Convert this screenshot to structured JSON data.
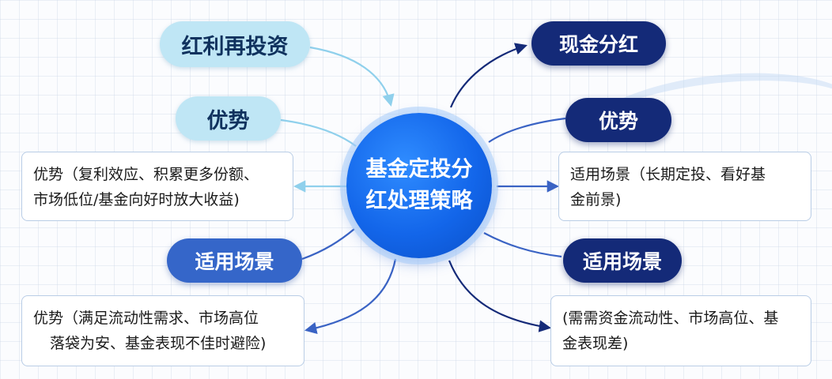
{
  "center": {
    "line1": "基金定投分",
    "line2": "红处理策略"
  },
  "left": {
    "top_pill": "红利再投资",
    "advantage_pill": "优势",
    "advantage_box": [
      "优势（复利效应、积累更多份额、",
      "市场低位/基金向好时放大收益)"
    ],
    "scenario_pill": "适用场景",
    "scenario_box": [
      "优势（满足流动性需求、市场高位",
      "落袋为安、基金表现不佳时避险)"
    ]
  },
  "right": {
    "top_pill": "现金分红",
    "advantage_pill": "优势",
    "advantage_box": [
      "适用场景（长期定投、看好基",
      "金前景)"
    ],
    "scenario_pill": "适用场景",
    "scenario_box": [
      "(需需资金流动性、市场高位、基",
      "金表现差)"
    ]
  },
  "colors": {
    "light_pill": "#bfe6f5",
    "mid_pill": "#3566c9",
    "dark_pill": "#142a78",
    "center": "#1366ea",
    "arrow_light": "#8fd0ec",
    "arrow_mid": "#3a63c4",
    "arrow_dark": "#142a78"
  }
}
